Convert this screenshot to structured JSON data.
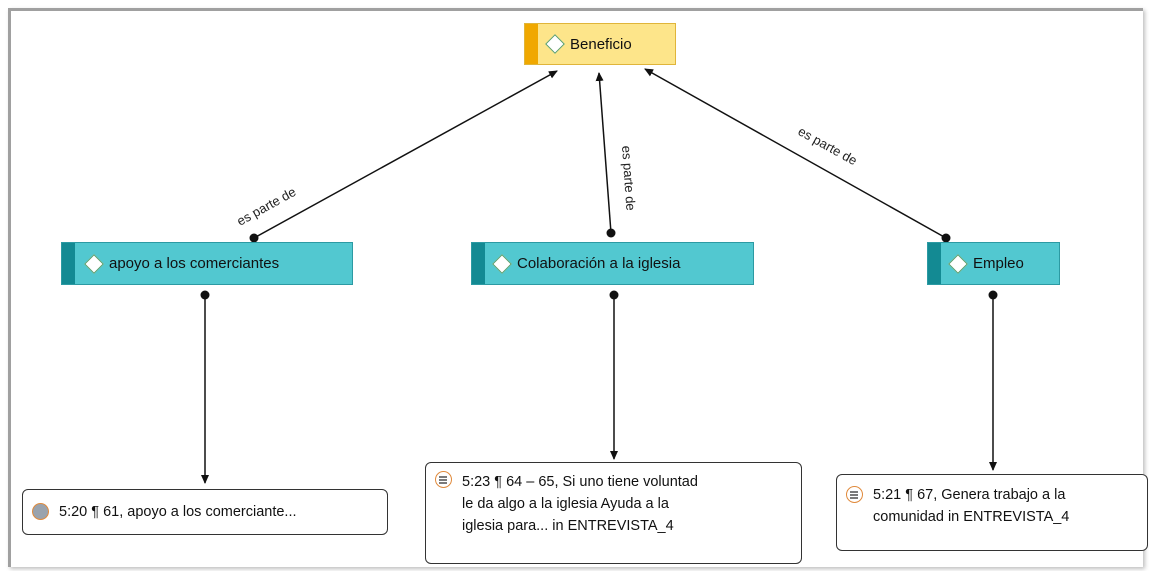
{
  "root": {
    "label": "Beneficio"
  },
  "codes": [
    {
      "label": "apoyo a los comerciantes"
    },
    {
      "label": "Colaboración a la iglesia"
    },
    {
      "label": "Empleo"
    }
  ],
  "relations": [
    {
      "label": "es parte de"
    },
    {
      "label": "es parte de"
    },
    {
      "label": "es parte de"
    }
  ],
  "quotes": [
    {
      "lines": [
        "5:20 ¶ 61, apoyo a los comerciante..."
      ]
    },
    {
      "lines": [
        "5:23 ¶ 64 – 65, Si uno tiene voluntad",
        "le da algo a la iglesia  Ayuda a la",
        "iglesia para... in ENTREVISTA_4"
      ]
    },
    {
      "lines": [
        "5:21 ¶ 67, Genera trabajo a la",
        "comunidad in ENTREVISTA_4"
      ]
    }
  ],
  "colors": {
    "root_fill": "#fde58a",
    "root_accent": "#f0a800",
    "code_fill": "#52c8d0",
    "code_accent": "#138a93"
  }
}
